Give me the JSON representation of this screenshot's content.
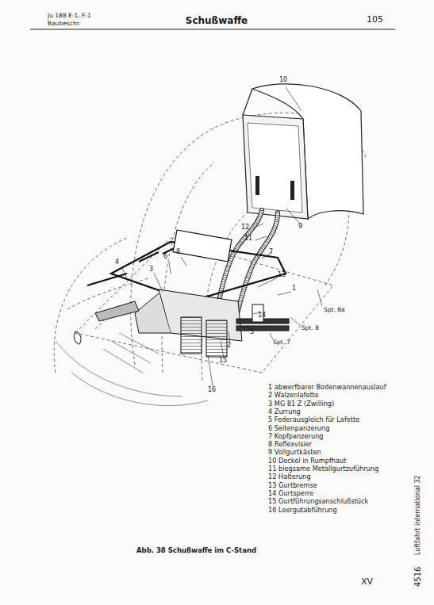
{
  "diagram": {
    "title": "Schußwaffe",
    "caption": "Abb. 38 Schußwaffe im C-Stand",
    "labels": [
      "Ju 188 E-1, F-1",
      "Baubeschr.",
      "105",
      "10",
      "12",
      "11",
      "7",
      "8",
      "6",
      "4",
      "3",
      "13",
      "1",
      "14",
      "5",
      "2",
      "15",
      "16",
      "9",
      "Spt. 8a",
      "Spt. 8",
      "Spt. 7",
      "1 abwerfbarer Bodenwannenauslauf",
      "2 Walzenlafette",
      "3 MG 81 Z (Zwilling)",
      "4 Zurrung",
      "5 Federausgleich für Lafette",
      "6 Seitenpanzerung",
      "7 Kopfpanzerung",
      "8 Reflexvisier",
      "9 Vollgurtkästen",
      "10 Deckel in Rumpfhaut",
      "11 biegsame Metallgurtzuführung",
      "12 Halterung",
      "13 Gurtbremse",
      "14 Gurtsperre",
      "15 Gurtführungsanschlußstück",
      "16 Leergutabführung",
      "XV",
      "4516",
      "Luftfahrt international 32"
    ]
  }
}
